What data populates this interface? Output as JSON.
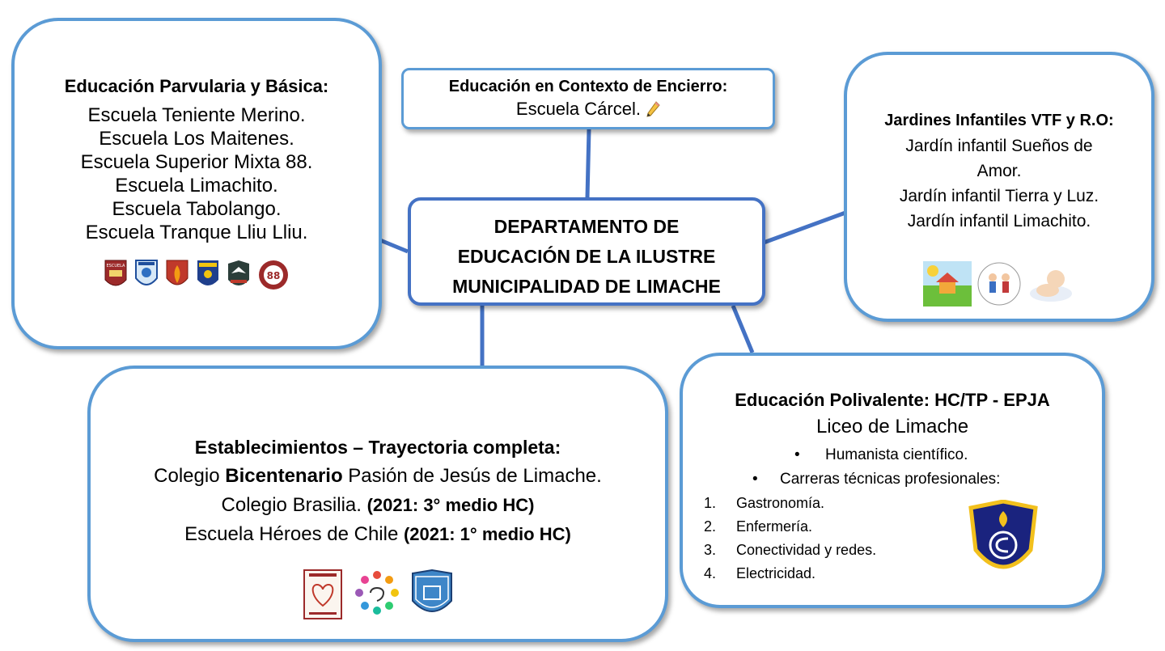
{
  "center": {
    "lines": [
      "DEPARTAMENTO DE",
      "EDUCACIÓN DE LA ILUSTRE",
      "MUNICIPALIDAD DE LIMACHE"
    ]
  },
  "parvularia": {
    "title": "Educación Parvularia y Básica:",
    "items": [
      "Escuela Teniente Merino.",
      "Escuela Los Maitenes.",
      "Escuela Superior Mixta 88.",
      "Escuela Limachito.",
      "Escuela Tabolango.",
      "Escuela Tranque Lliu Lliu."
    ],
    "logos": [
      "escuela-crest-icon",
      "shield-crest-icon",
      "flame-crest-icon",
      "badge-crest-icon",
      "eagle-crest-icon",
      "88-seal-icon"
    ],
    "logo_text": {
      "escuela": "ESCUELA",
      "eighty_eight": "88"
    }
  },
  "encierro": {
    "title": "Educación en Contexto de Encierro:",
    "item": "Escuela Cárcel.",
    "icon": "pencil-icon"
  },
  "jardines": {
    "title": "Jardines Infantiles VTF y R.O:",
    "items": [
      "Jardín infantil Sueños de",
      "Amor.",
      "Jardín infantil Tierra y Luz.",
      "Jardín infantil Limachito."
    ],
    "logos": [
      "tierra-y-luz-logo-icon",
      "children-circle-logo-icon",
      "suenos-de-amor-logo-icon"
    ]
  },
  "trayectoria": {
    "title": "Establecimientos – Trayectoria completa:",
    "row1": {
      "pre": "Colegio ",
      "bold": "Bicentenario",
      "post": " Pasión de Jesús de Limache."
    },
    "row2": {
      "pre": "Colegio Brasilia. ",
      "bold": "(2021: 3° medio HC)"
    },
    "row3": {
      "pre": "Escuela Héroes de Chile ",
      "bold": "(2021: 1° medio HC)"
    },
    "logos": [
      "pasion-de-jesus-crest-icon",
      "colorful-circle-logo-icon",
      "hch-shield-icon"
    ]
  },
  "polivalente": {
    "title": "Educación Polivalente: HC/TP - EPJA",
    "school": "Liceo de Limache",
    "bullets": [
      "Humanista científico.",
      "Carreras técnicas profesionales:"
    ],
    "careers": [
      {
        "n": "1.",
        "label": "Gastronomía."
      },
      {
        "n": "2.",
        "label": "Enfermería."
      },
      {
        "n": "3.",
        "label": "Conectividad y redes."
      },
      {
        "n": "4.",
        "label": "Electricidad."
      }
    ],
    "logo": "liceo-shield-icon"
  },
  "colors": {
    "box_border": "#5b9bd5",
    "center_border": "#4472c4",
    "connector": "#4472c4"
  }
}
